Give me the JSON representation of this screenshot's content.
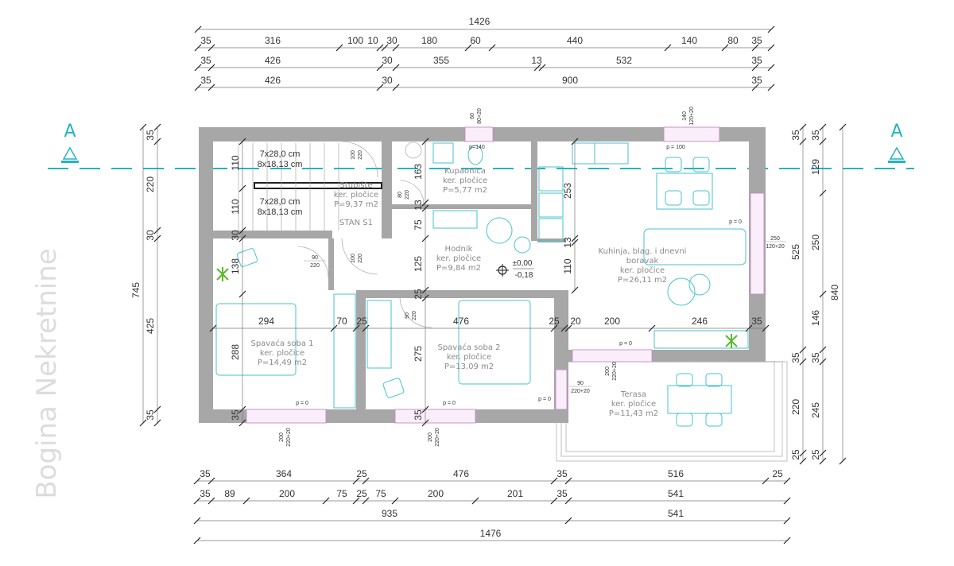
{
  "section_markers": {
    "left": "A",
    "right": "A"
  },
  "colors": {
    "wall": "#a7a7a7",
    "furniture": "#47c3cd",
    "window": "#c58ac5",
    "section_line": "#26b3bd",
    "plant": "#5cb82e"
  },
  "dimensions": {
    "top": {
      "overall": "1426",
      "row1": [
        "35",
        "316",
        "100",
        "10",
        "30",
        "180",
        "60",
        "440",
        "140",
        "80",
        "35"
      ],
      "row2": [
        "35",
        "426",
        "30",
        "355",
        "13",
        "532",
        "35"
      ],
      "row3": [
        "35",
        "426",
        "30",
        "900",
        "35"
      ]
    },
    "bottom": {
      "row1": [
        "35",
        "364",
        "25",
        "476",
        "35",
        "516",
        "25"
      ],
      "row2": [
        "35",
        "89",
        "200",
        "75",
        "25",
        "75",
        "200",
        "201",
        "35",
        "541"
      ],
      "row3": [
        "935",
        "541"
      ],
      "overall": "1476"
    },
    "left": {
      "row": [
        "35",
        "220",
        "30",
        "425",
        "35"
      ],
      "overall": "745"
    },
    "right": {
      "row1": [
        "35",
        "525",
        "35",
        "220",
        "25"
      ],
      "row2": [
        "35",
        "129",
        "250",
        "146",
        "35",
        "245",
        "25"
      ],
      "overall": "840"
    },
    "interior": {
      "stair_column": [
        "110",
        "110",
        "30",
        "138",
        "288",
        "35"
      ],
      "hall_column": [
        "163",
        "13",
        "75",
        "125",
        "25",
        "275",
        "35"
      ],
      "kitchen_column": [
        "253",
        "13",
        "110"
      ],
      "bedroom_row": [
        "294",
        "70",
        "25",
        "476",
        "25",
        "20",
        "200",
        "246",
        "35"
      ]
    }
  },
  "stairs": {
    "flight_1": [
      "7x28,0 cm",
      "8x18,13 cm"
    ],
    "flight_2": [
      "7x28,0 cm",
      "8x18,13 cm"
    ]
  },
  "rooms": {
    "stairwell": [
      "Stubište",
      "ker. pločice",
      "P=9,37 m2",
      "STAN S1"
    ],
    "bathroom": [
      "Kupaonica",
      "ker. pločice",
      "P=5,77 m2"
    ],
    "hallway": [
      "Hodnik",
      "ker. pločice",
      "P=9,84 m2"
    ],
    "kitchen_living": [
      "Kuhinja, blag. i dnevni",
      "boravak",
      "ker. pločice",
      "P=26,11 m2"
    ],
    "bedroom_1": [
      "Spavaća soba 1",
      "ker. pločice",
      "P=14,49 m2"
    ],
    "bedroom_2": [
      "Spavaća soba 2",
      "ker. pločice",
      "P=13,09 m2"
    ],
    "terrace": [
      "Terasa",
      "ker. pločice",
      "P=11,43 m2"
    ]
  },
  "level": {
    "top": "±0,00",
    "bottom": "-0,18"
  },
  "openings": {
    "win_bath": [
      "60",
      "80+20"
    ],
    "win_bath_sill": "p=140",
    "win_kitchen": [
      "140",
      "120+20"
    ],
    "win_kitchen_sill": "p = 100",
    "win_living": [
      "250",
      "120+20"
    ],
    "win_living_sill": "p = 0",
    "win_bed1": [
      "200",
      "220+20"
    ],
    "win_bed1_sill": "p = 0",
    "win_bed2": [
      "200",
      "220+20"
    ],
    "win_bed2_sill": "p = 0",
    "win_terrace": [
      "200",
      "220+20"
    ],
    "win_terrace_sill": "p = 0",
    "win_bed2_side": [
      "90",
      "220+20"
    ],
    "win_bed2_side_sill": "p = 0",
    "door_entry": [
      "100",
      "220"
    ],
    "door_apartment": [
      "100",
      "220"
    ],
    "door_bath": [
      "80",
      "220"
    ],
    "door_bed1": [
      "90",
      "220"
    ],
    "door_bed2": [
      "90",
      "220"
    ]
  },
  "watermark": "Bogina Nekretnine"
}
